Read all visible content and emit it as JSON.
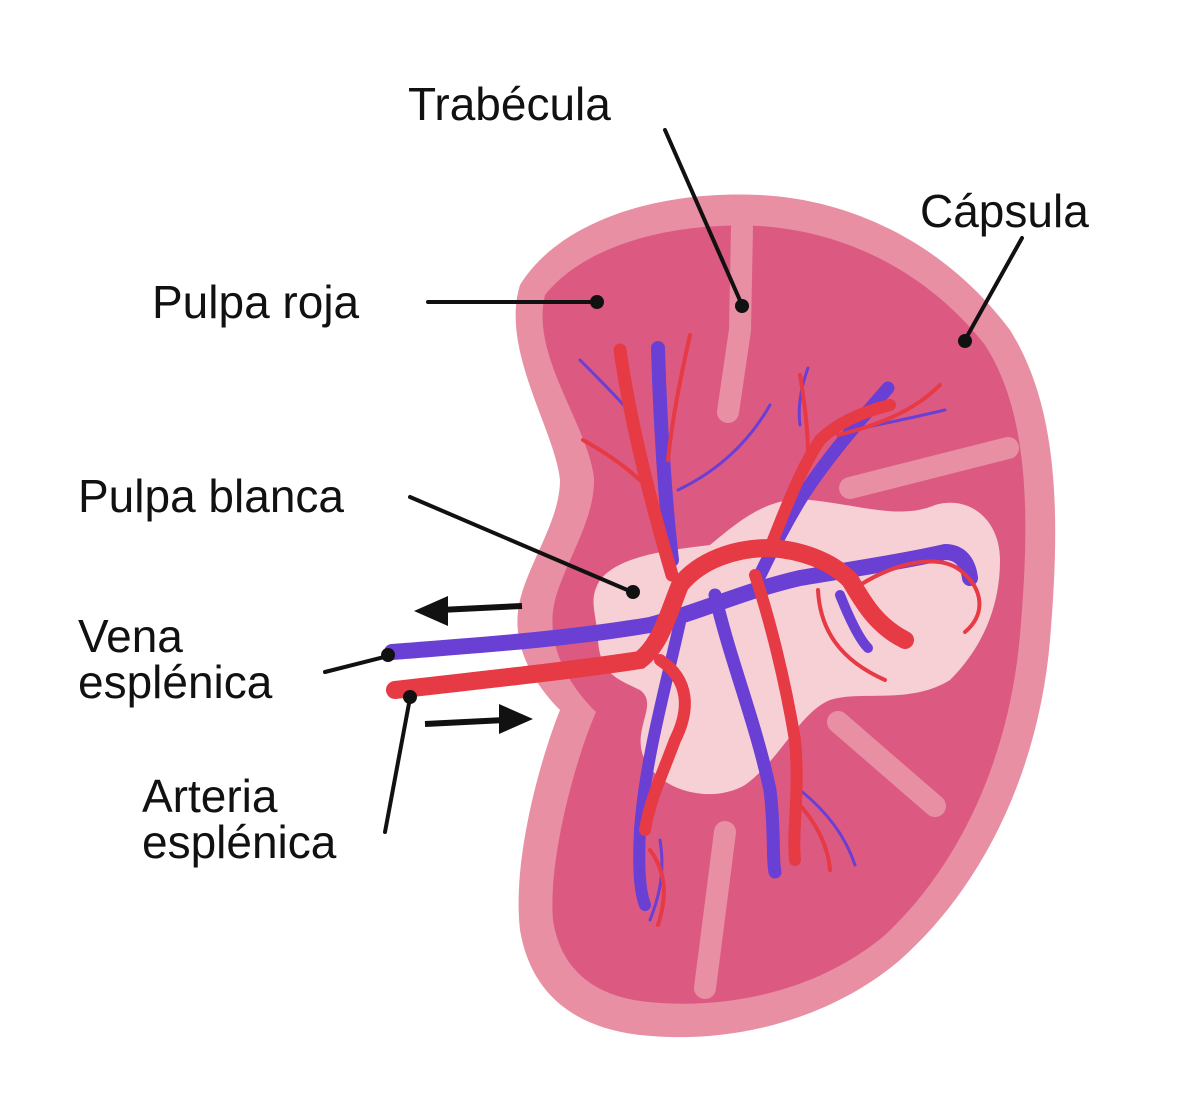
{
  "labels": {
    "trabecula": "Trabécula",
    "capsula": "Cápsula",
    "pulpa_roja": "Pulpa roja",
    "pulpa_blanca": "Pulpa blanca",
    "vena_line1": "Vena",
    "vena_line2": "esplénica",
    "arteria_line1": "Arteria",
    "arteria_line2": "esplénica"
  },
  "colors": {
    "capsule": "#e88fa3",
    "red_pulp": "#dc5a82",
    "white_pulp": "#f7d0d6",
    "artery": "#e63a45",
    "vein": "#6a3fd4",
    "leader": "#111111"
  }
}
